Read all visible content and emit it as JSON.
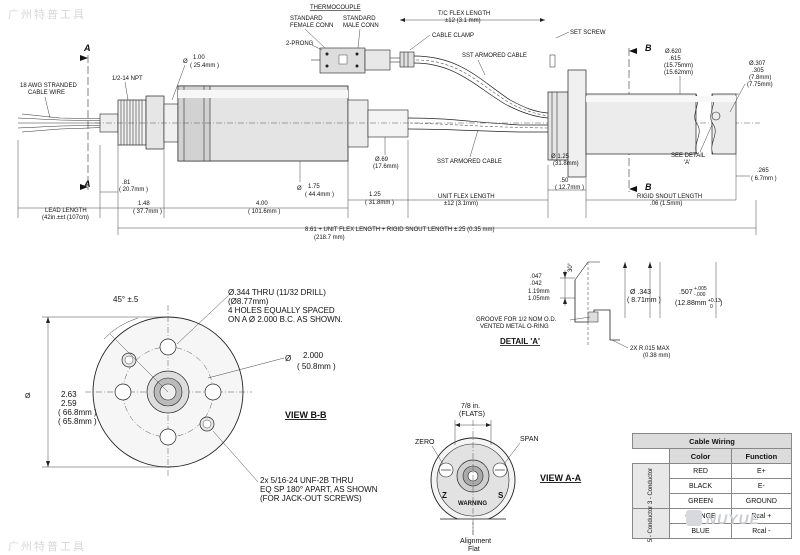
{
  "watermark": {
    "top_left": "广州特普工具",
    "bottom_left": "广州特普工具",
    "brand": "NUYUE"
  },
  "side_view": {
    "thermocouple": "THERMOCOUPLE",
    "std_female": [
      "STANDARD",
      "FEMALE CONN"
    ],
    "std_male": [
      "STANDARD",
      "MALE CONN"
    ],
    "two_prong": "2-PRONG",
    "cable_clamp": "CABLE CLAMP",
    "tc_flex_length": [
      "T/C FLEX LENGTH",
      "±12 (3.1 mm)"
    ],
    "sst_armored_upper": "SST ARMORED CABLE",
    "sst_armored_lower": "SST ARMORED CABLE",
    "set_screw": "SET SCREW",
    "section_a": "A",
    "section_b": "B",
    "awg_cable": [
      "18 AWG STRANDED",
      "CABLE WIRE"
    ],
    "npt": "1/2-14 NPT",
    "dia_100": [
      "1.00",
      "( 25.4mm )"
    ],
    "dia_symbol": "Ø",
    "dia_069": [
      "Ø.69",
      "(17.6mm)"
    ],
    "dia_175": [
      "1.75",
      "( 44.4mm )"
    ],
    "dia_125": [
      "Ø 1.25",
      "(31.8mm)"
    ],
    "dia_620": [
      "Ø.620",
      ".615",
      "(15.75mm)",
      "(15.62mm)"
    ],
    "dia_307": [
      "Ø.307",
      ".305",
      "(7.8mm)",
      "(7.75mm)"
    ],
    "see_detail": [
      "SEE DETAIL",
      "'A'"
    ],
    "dim_265": [
      ".265",
      "( 6.7mm )"
    ],
    "dim_81": [
      ".81",
      "( 20.7mm )"
    ],
    "dim_148": [
      "1.48",
      "( 37.7mm )"
    ],
    "dim_400": [
      "4.00",
      "( 101.6mm )"
    ],
    "dim_125b": [
      "1.25",
      "( 31.8mm )"
    ],
    "dim_50": [
      ".50",
      "( 12.7mm )"
    ],
    "lead_length": [
      "LEAD LENGTH",
      "(42in.±±t (107cm)"
    ],
    "unit_flex_length": [
      "UNIT FLEX LENGTH",
      "±12 (3.1mm)"
    ],
    "rigid_snout_length": [
      "RIGID SNOUT LENGTH",
      ".06 (1.5mm)"
    ],
    "overall": [
      "8.61 + UNIT FLEX LENGTH + RIGID SNOUT LENGTH ±.25 (0.35 mm)",
      "(218.7 mm)"
    ]
  },
  "view_bb": {
    "angle": "45° ±.5",
    "holes": [
      "Ø.344 THRU (11/32 DRILL)",
      "(Ø8.77mm)",
      "4 HOLES EQUALLY SPACED",
      "ON A Ø 2.000 B.C. AS SHOWN."
    ],
    "bc_dia": [
      "2.000",
      "( 50.8mm )"
    ],
    "od": [
      "2.63",
      "2.59",
      "( 66.8mm )",
      "( 65.8mm )"
    ],
    "title": "VIEW B-B",
    "threads": [
      "2x 5/16-24 UNF-2B THRU",
      "EQ SP 180° APART, AS SHOWN",
      "(FOR JACK-OUT SCREWS)"
    ]
  },
  "view_aa": {
    "flats": [
      "7/8 in.",
      "(FLATS)"
    ],
    "zero": "ZERO",
    "span": "SPAN",
    "warning": "WARNING",
    "z": "Z",
    "s": "S",
    "title": "VIEW A-A",
    "alignment": [
      "Alignment",
      "Flat"
    ]
  },
  "detail_a": {
    "dim_047": [
      ".047",
      ".042"
    ],
    "dim_119": [
      "1.19mm",
      "1.05mm"
    ],
    "angle": "30°",
    "dim_343": [
      "Ø .343",
      "( 8.71mm )"
    ],
    "dim_507": [
      ".507",
      "+.005",
      "-.000"
    ],
    "dim_1288": [
      "(12.88mm",
      "+0.13",
      "0",
      ")"
    ],
    "groove": [
      "GROOVE FOR 1/2 NOM O.D.",
      "VENTED METAL O-RING"
    ],
    "title": "DETAIL 'A'",
    "radius": [
      "2X R.015 MAX",
      "(0.38 mm)"
    ]
  },
  "cable_wiring": {
    "title": "Cable Wiring",
    "col_color": "Color",
    "col_function": "Function",
    "group_3": "3 - Conductor",
    "group_5": "5 - Conductor",
    "rows": [
      {
        "color": "RED",
        "function": "E+"
      },
      {
        "color": "BLACK",
        "function": "E-"
      },
      {
        "color": "GREEN",
        "function": "GROUND"
      },
      {
        "color": "ORANGE",
        "function": "Rcal +"
      },
      {
        "color": "BLUE",
        "function": "Rcal -"
      }
    ]
  }
}
